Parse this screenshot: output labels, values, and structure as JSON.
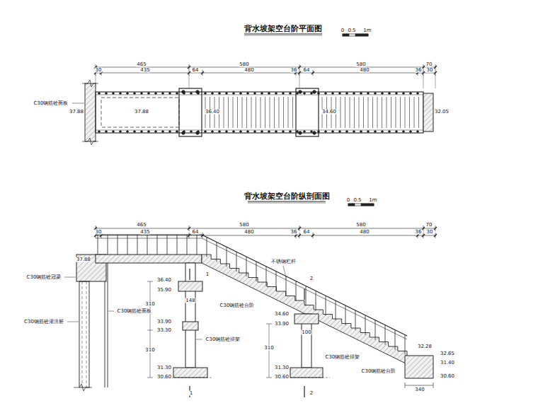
{
  "diagram": {
    "title": "背水坡架空台阶平面图",
    "labels": [
      "0",
      "0.5",
      "1m",
      "465",
      "580",
      "580",
      "70",
      "30",
      "435",
      "64",
      "480",
      "36",
      "64",
      "480",
      "36",
      "30",
      "C30钢筋砼面板",
      "37.88",
      "37.88",
      "36.40",
      "34.60",
      "32.05",
      "背水坡架空台阶纵剖面图",
      "0",
      "0.5",
      "1m",
      "465",
      "580",
      "580",
      "70",
      "30",
      "435",
      "64",
      "480",
      "36",
      "64",
      "480",
      "36",
      "30",
      "37.88",
      "C30钢筋砼冠梁",
      "C30钢筋砼灌注桩",
      "C30钢筋砼面板",
      "不锈钢栏杆",
      "C30钢筋砼台阶",
      "C30钢筋砼排架",
      "C30钢筋砼排架",
      "C30钢筋砼台阶",
      "1",
      "1",
      "2",
      "2",
      "36.40",
      "35.90",
      "33.90",
      "33.30",
      "31.30",
      "30.60",
      "310",
      "310",
      "148",
      "34.60",
      "33.90",
      "31.30",
      "30.60",
      "310",
      "100",
      "32.28",
      "32.65",
      "31.40",
      "30.60",
      "340"
    ]
  }
}
